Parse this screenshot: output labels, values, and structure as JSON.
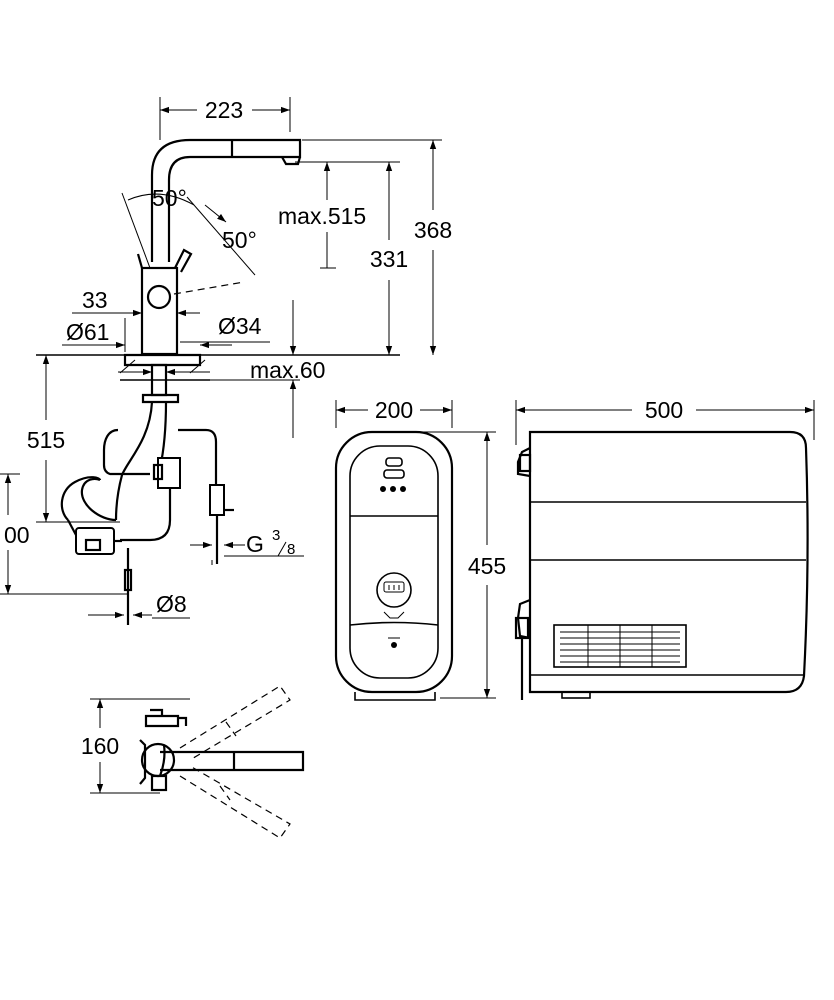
{
  "drawing": {
    "faucet_side": {
      "spout_reach": "223",
      "lever_angle_left": "50°",
      "lever_angle_right": "50°",
      "spout_height": "max.515",
      "body_height": "331",
      "total_height": "368",
      "lever_offset": "33",
      "base_diameter": "Ø61",
      "mounting_hole": "Ø34",
      "max_deck_thickness": "max.60",
      "hose_length": "515",
      "lower_length": "00",
      "connection": "G",
      "thread_numerator": "3",
      "thread_denominator": "8",
      "pipe_diameter": "Ø8"
    },
    "faucet_top": {
      "depth": "160"
    },
    "chiller_front": {
      "width": "200",
      "height": "455"
    },
    "chiller_side": {
      "depth": "500"
    }
  }
}
